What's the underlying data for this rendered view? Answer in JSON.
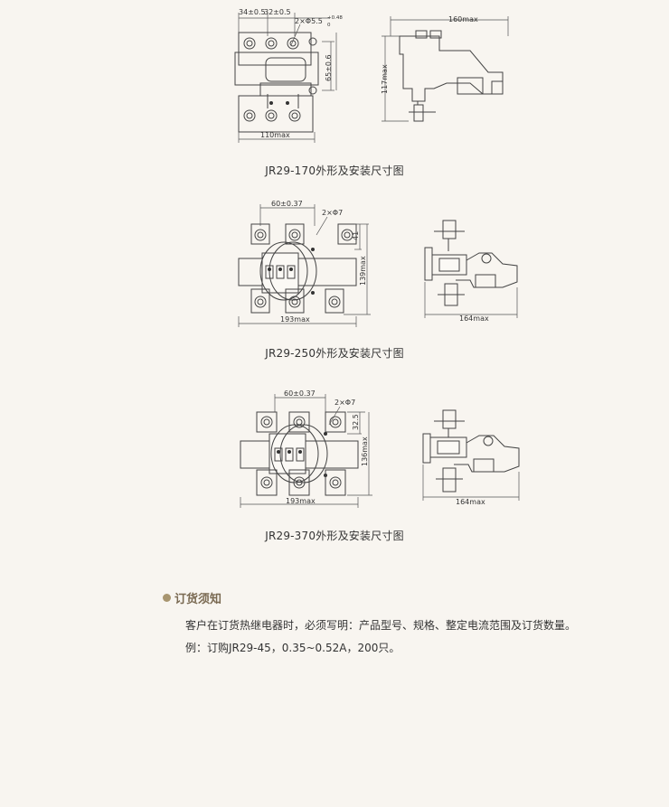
{
  "figures": [
    {
      "caption": "JR29-170外形及安装尺寸图",
      "dims": {
        "pitch1": "34±0.5",
        "pitch2": "32±0.5",
        "hole": "2×Φ5.5",
        "hole_tol": "+0.48",
        "hole_tol_low": "0",
        "height_a": "65±0.6",
        "width": "110max",
        "side_width": "160max",
        "side_height": "117max"
      }
    },
    {
      "caption": "JR29-250外形及安装尺寸图",
      "dims": {
        "pitch": "60±0.37",
        "hole": "2×Φ7",
        "h1": "41",
        "height": "139max",
        "width": "193max",
        "side_width": "164max"
      }
    },
    {
      "caption": "JR29-370外形及安装尺寸图",
      "dims": {
        "pitch": "60±0.37",
        "hole": "2×Φ7",
        "h1": "32.5",
        "height": "136max",
        "width": "193max",
        "side_width": "164max"
      }
    }
  ],
  "notes": {
    "title": "订货须知",
    "line1": "客户在订货热继电器时，必须写明：产品型号、规格、整定电流范围及订货数量。",
    "line2": "例：订购JR29-45，0.35~0.52A，200只。"
  }
}
